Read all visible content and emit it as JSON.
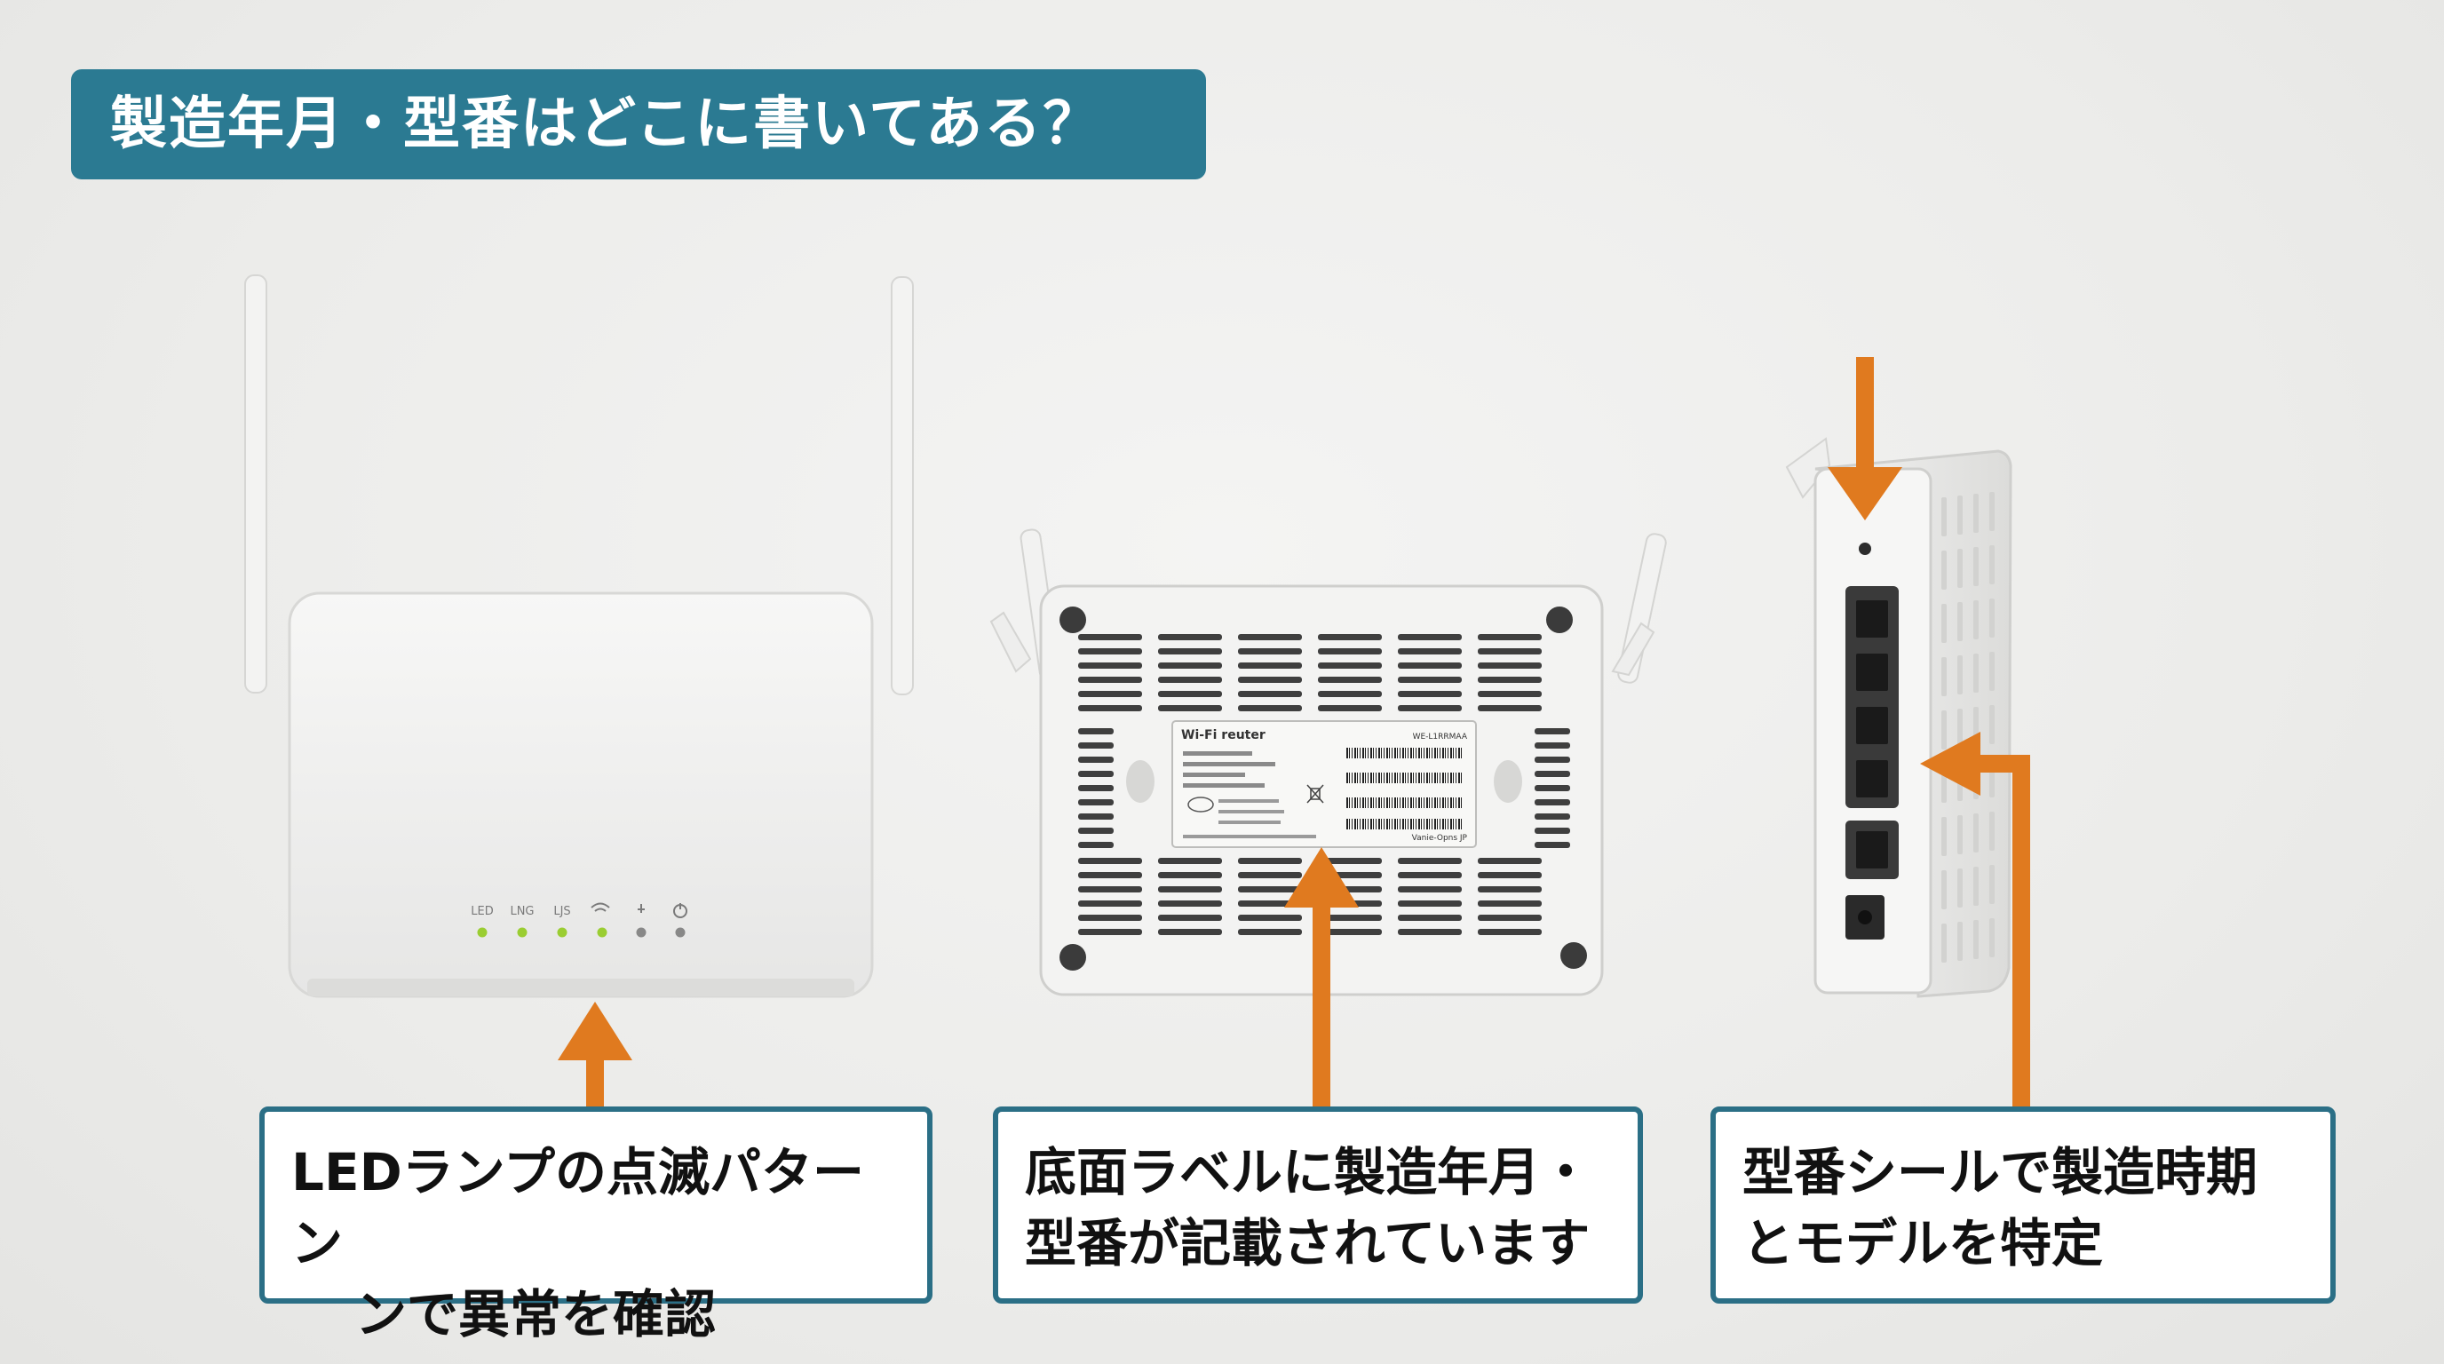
{
  "title": "製造年月・型番はどこに書いてある？",
  "router_front": {
    "led_labels": [
      "LED",
      "LNG",
      "LJS"
    ],
    "led_wifi_icon": "wifi-icon",
    "led_usb_icon": "usb-icon",
    "led_power_icon": "power-icon"
  },
  "router_bottom_label": {
    "heading": "Wi-Fi reuter",
    "code": "WE-L1RRMAA",
    "footer": "Vanie-Opns JP"
  },
  "captions": [
    {
      "line1": "LEDランプの点滅パターン",
      "line2": "ンで異常を確認"
    },
    {
      "line1": "底面ラベルに製造年月・",
      "line2": "型番が記載されています"
    },
    {
      "line1": "型番シールで製造時期",
      "line2": "とモデルを特定"
    }
  ],
  "colors": {
    "title_bg": "#2b7a92",
    "caption_border": "#2b6f86",
    "arrow": "#e07a1f",
    "led_green": "#9acd32",
    "led_gray": "#888888"
  }
}
